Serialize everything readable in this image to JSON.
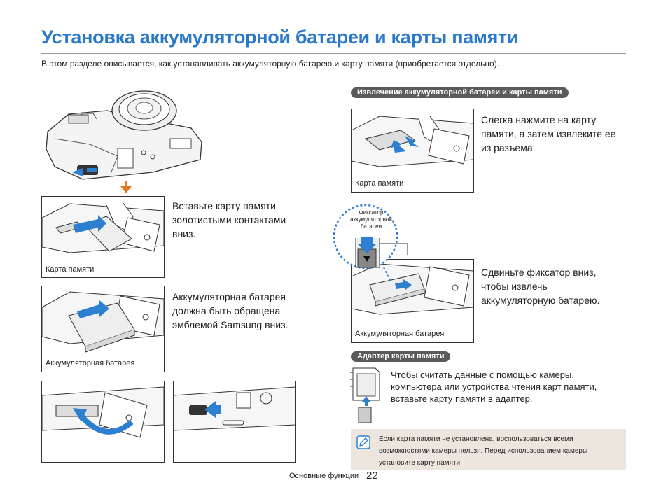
{
  "page": {
    "title": "Установка аккумуляторной батареи и карты памяти",
    "intro": "В этом разделе описывается, как устанавливать аккумуляторную батарею и карту памяти (приобретается отдельно)."
  },
  "steps": {
    "step1_text": "Вставьте карту памяти золотистыми контактами вниз.",
    "step1_caption": "Карта памяти",
    "step2_text": "Аккумуляторная батарея должна быть обращена эмблемой Samsung вниз.",
    "step2_caption": "Аккумуляторная батарея"
  },
  "removal": {
    "heading": "Извлечение аккумуляторной батареи и карты памяти",
    "card_text": "Слегка нажмите на карту памяти, а затем извлеките ее из разъема.",
    "card_caption": "Карта памяти",
    "lock_callout": "Фиксатор аккумуляторной батареи",
    "battery_text": "Сдвиньте фиксатор вниз, чтобы извлечь аккумуляторную батарею.",
    "battery_caption": "Аккумуляторная батарея"
  },
  "adapter": {
    "heading": "Адаптер карты памяти",
    "text": "Чтобы считать данные с помощью камеры, компьютера или устройства чтения карт памяти, вставьте карту памяти в адаптер."
  },
  "note": {
    "icon": "note-pencil-icon",
    "text": "Если карта памяти не установлена, воспользоваться всеми возможностями камеры нельзя. Перед использованием камеры установите карту памяти."
  },
  "footer": {
    "section": "Основные функции",
    "page_number": "22"
  },
  "colors": {
    "title": "#2a78c9",
    "arrow_blue": "#2d7fd0",
    "arrow_orange": "#e07a1e",
    "pill_bg": "#5a5a5a",
    "note_bg": "#ede6de"
  }
}
